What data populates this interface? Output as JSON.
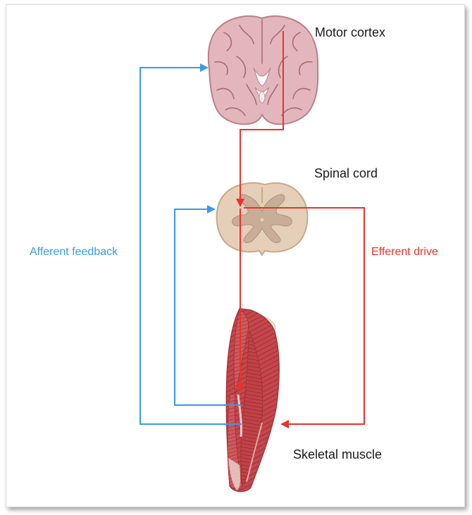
{
  "labels": {
    "motor_cortex": "Motor cortex",
    "spinal_cord": "Spinal cord",
    "skeletal_muscle": "Skeletal muscle",
    "afferent": "Afferent feedback",
    "efferent": "Efferent drive"
  },
  "colors": {
    "afferent": "#3a9ae8",
    "efferent": "#e8322b",
    "brain": "#e3b6bd",
    "spinal_cord": "#e6cfb8",
    "muscle": "#c2484d"
  },
  "icons": {
    "brain": "brain-coronal-section-icon",
    "spinal_cord": "spinal-cord-cross-section-icon",
    "muscle": "skeletal-muscle-icon"
  }
}
